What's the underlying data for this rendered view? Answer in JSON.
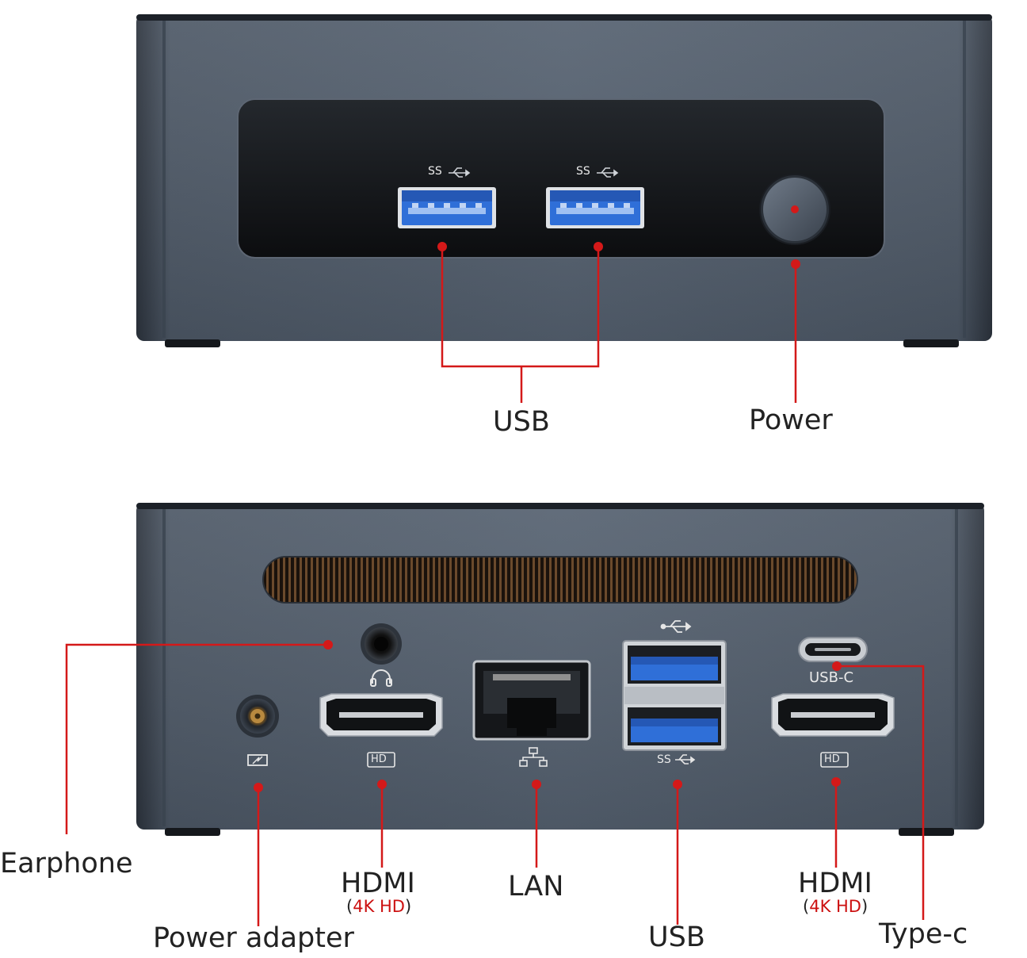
{
  "front": {
    "usb_marks": [
      "SS",
      "SS"
    ],
    "labels": {
      "usb": "USB",
      "power": "Power"
    }
  },
  "back": {
    "usbc_text": "USB-C",
    "hd_icon_text": "HD",
    "usb_ss_text": "SS",
    "labels": {
      "earphone": "Earphone",
      "power_adapter": "Power adapter",
      "hdmi1": "HDMI",
      "hdmi1_sub": "4K HD",
      "lan": "LAN",
      "usb": "USB",
      "hdmi2": "HDMI",
      "hdmi2_sub": "4K HD",
      "typec": "Type-c"
    }
  },
  "colors": {
    "callout": "#d41919",
    "chassis": "#4a5566",
    "panel": "#141619",
    "usb_blue": "#2f6fd8"
  }
}
